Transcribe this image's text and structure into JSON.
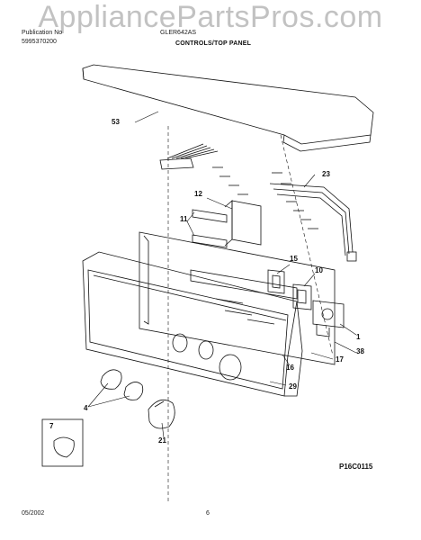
{
  "watermark": "AppliancePartsPros.com",
  "header": {
    "left_line1": "Publication No",
    "left_line2": "5995370200",
    "model": "GLER642AS",
    "title": "CONTROLS/TOP PANEL"
  },
  "diagram_code": "P16C0115",
  "footer": {
    "date": "05/2002",
    "page": "6"
  },
  "callouts": {
    "c53": "53",
    "c23": "23",
    "c12": "12",
    "c11": "11",
    "c15": "15",
    "c10": "10",
    "c1": "1",
    "c38": "38",
    "c16": "16",
    "c17": "17",
    "c29": "29",
    "c4": "4",
    "c7": "7",
    "c21": "21"
  }
}
